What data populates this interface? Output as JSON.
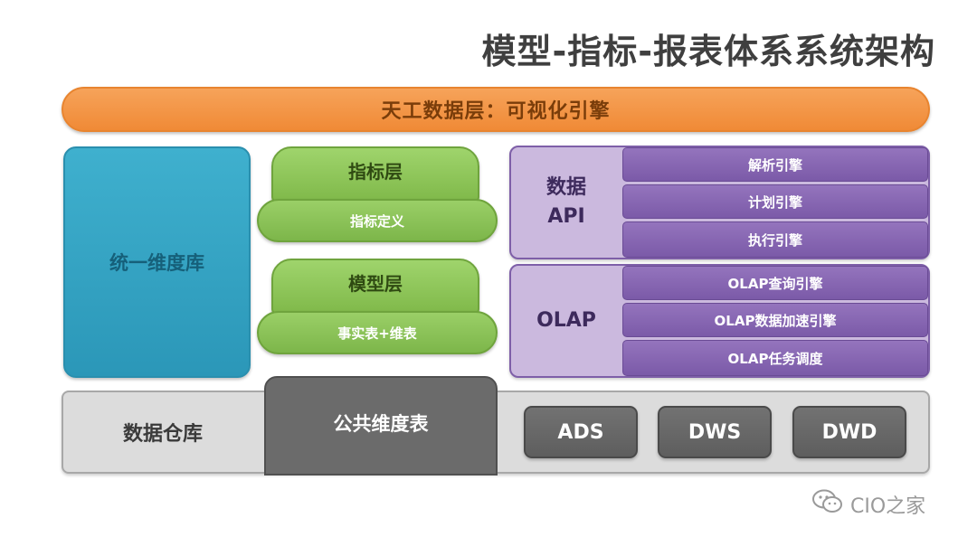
{
  "title": "模型-指标-报表体系系统架构",
  "top_bar": "天工数据层：可视化引擎",
  "dimension_library": "统一维度库",
  "metric_layer": {
    "title": "指标层",
    "sub": "指标定义"
  },
  "model_layer": {
    "title": "模型层",
    "sub": "事实表+维表"
  },
  "data_api": {
    "label_line1": "数据",
    "label_line2": "API",
    "rows": [
      "解析引擎",
      "计划引擎",
      "执行引擎"
    ]
  },
  "olap": {
    "label": "OLAP",
    "rows": [
      "OLAP查询引擎",
      "OLAP数据加速引擎",
      "OLAP任务调度"
    ]
  },
  "data_warehouse": {
    "label": "数据仓库",
    "public_dims": "公共维度表",
    "layers": [
      "ADS",
      "DWS",
      "DWD"
    ]
  },
  "watermark": {
    "icon": "wechat-icon",
    "text": "CIO之家"
  },
  "colors": {
    "orange": "#f08a36",
    "teal": "#2b97b8",
    "green": "#80b94a",
    "purple": "#7b5aa8",
    "purple_bg": "#cbb9de",
    "gray_dark": "#5e5e5e",
    "gray_light": "#dcdcdc"
  }
}
